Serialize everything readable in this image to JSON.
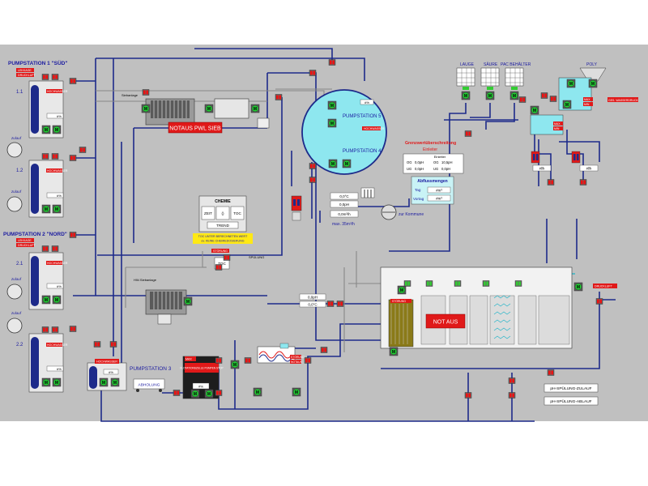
{
  "stations": {
    "ps1": {
      "title": "PUMPSTATION 1 \"SÜD\"",
      "tag1": "LEKKAGE",
      "tag2": "DRUCKLUFT"
    },
    "ps2": {
      "title": "PUMPSTATION 2 \"NORD\"",
      "tag1": "LEKKAGE",
      "tag2": "DRUCKLUFT"
    },
    "ps3": {
      "title": "PUMPSTATION 3"
    },
    "ps5": {
      "title": "PUMPSTATION 5"
    },
    "ps4": {
      "title": "PUMPSTATION 4"
    }
  },
  "tanks": {
    "t11": {
      "label": "1.1",
      "alarm": "HOCHWASSER",
      "value": "#%"
    },
    "t12": {
      "label": "1.2",
      "alarm": "HOCHWASSER",
      "value": "#%"
    },
    "t21": {
      "label": "2.1",
      "alarm": "HOCHWASSER",
      "value": "#%"
    },
    "t22": {
      "label": "2.2",
      "alarm": "HOCHWASSER",
      "value": "#%"
    },
    "t3": {
      "alarm": "HOCHWASSER",
      "value": "#%"
    }
  },
  "inflow": {
    "label": "zulauf"
  },
  "notaus": {
    "pwl": "NOTAUS PWL SIEB",
    "main": "NOT AUS"
  },
  "round_tank": {
    "value": "#%",
    "alarm": "HOCHWASSER"
  },
  "readouts": {
    "temp1": "0,0°C",
    "ph1": "0,0pH",
    "flow": "0,0m³/h",
    "maxflow": "max. 35m³/h",
    "kommune": "zur Kommune",
    "ph2": "0,0pH",
    "temp2": "0,0°C"
  },
  "limits": {
    "title": "Grenzwertüberschreitung",
    "subtitle": "Einleiter",
    "box_header": "Einleiter",
    "rows": [
      {
        "k": "OG",
        "v1": "0,0pH",
        "k2": "OG",
        "v2": "10,5pH"
      },
      {
        "k": "UG",
        "v1": "0,0pH",
        "k2": "UG",
        "v2": "0,0pH"
      }
    ]
  },
  "abfluss": {
    "title": "Abflussmengen",
    "tag": "Tag",
    "tag_val": "#m³",
    "vortag": "Vortag",
    "vortag_val": "#m³"
  },
  "chemie": {
    "title": "CHEMIE",
    "btn1": "ZEIT",
    "btn2": "()",
    "btn3": "TOC",
    "trend": "TREND",
    "warn_line1": "TOC UNTER BERECHNETEN WERT",
    "warn_line2": "ev. KEINE CHEMIEDOSIERUNG"
  },
  "toc": {
    "label": "TOC",
    "alarm": "STÖRUNG",
    "spuelung": "SPÜLUNG"
  },
  "dosing": {
    "lauge": "LAUGE",
    "saeure": "SÄURE",
    "pac": "PAC BEHÄLTER",
    "poly": "POLY",
    "max": "MAX",
    "min": "MIN",
    "gesamt": "GES. WASSERDRUCK"
  },
  "flow_right": {
    "v1": "#l/h",
    "v2": "#l/h"
  },
  "flotation": {
    "max": "MAX",
    "alarm": "FLOTATIONSZELLE PUMPEN STOP",
    "value": "#%",
    "abholung": "ABHOLUNG",
    "storung": "STÖRUNG",
    "notaus_alt": "NOTAUS"
  },
  "filter": {
    "alarm1": "STÖRUNG",
    "drucklauf": "DRUCKLUFT"
  },
  "labels": {
    "siebanlage": "Siebanlage",
    "hw_siebanlage": "HW-Siebanlage"
  },
  "ph_buttons": {
    "zulauf": "pH-SPÜLUNG-ZULAUF",
    "ablauf": "pH-SPÜLUNG-ABLAUF"
  },
  "motor_symbol": "M"
}
